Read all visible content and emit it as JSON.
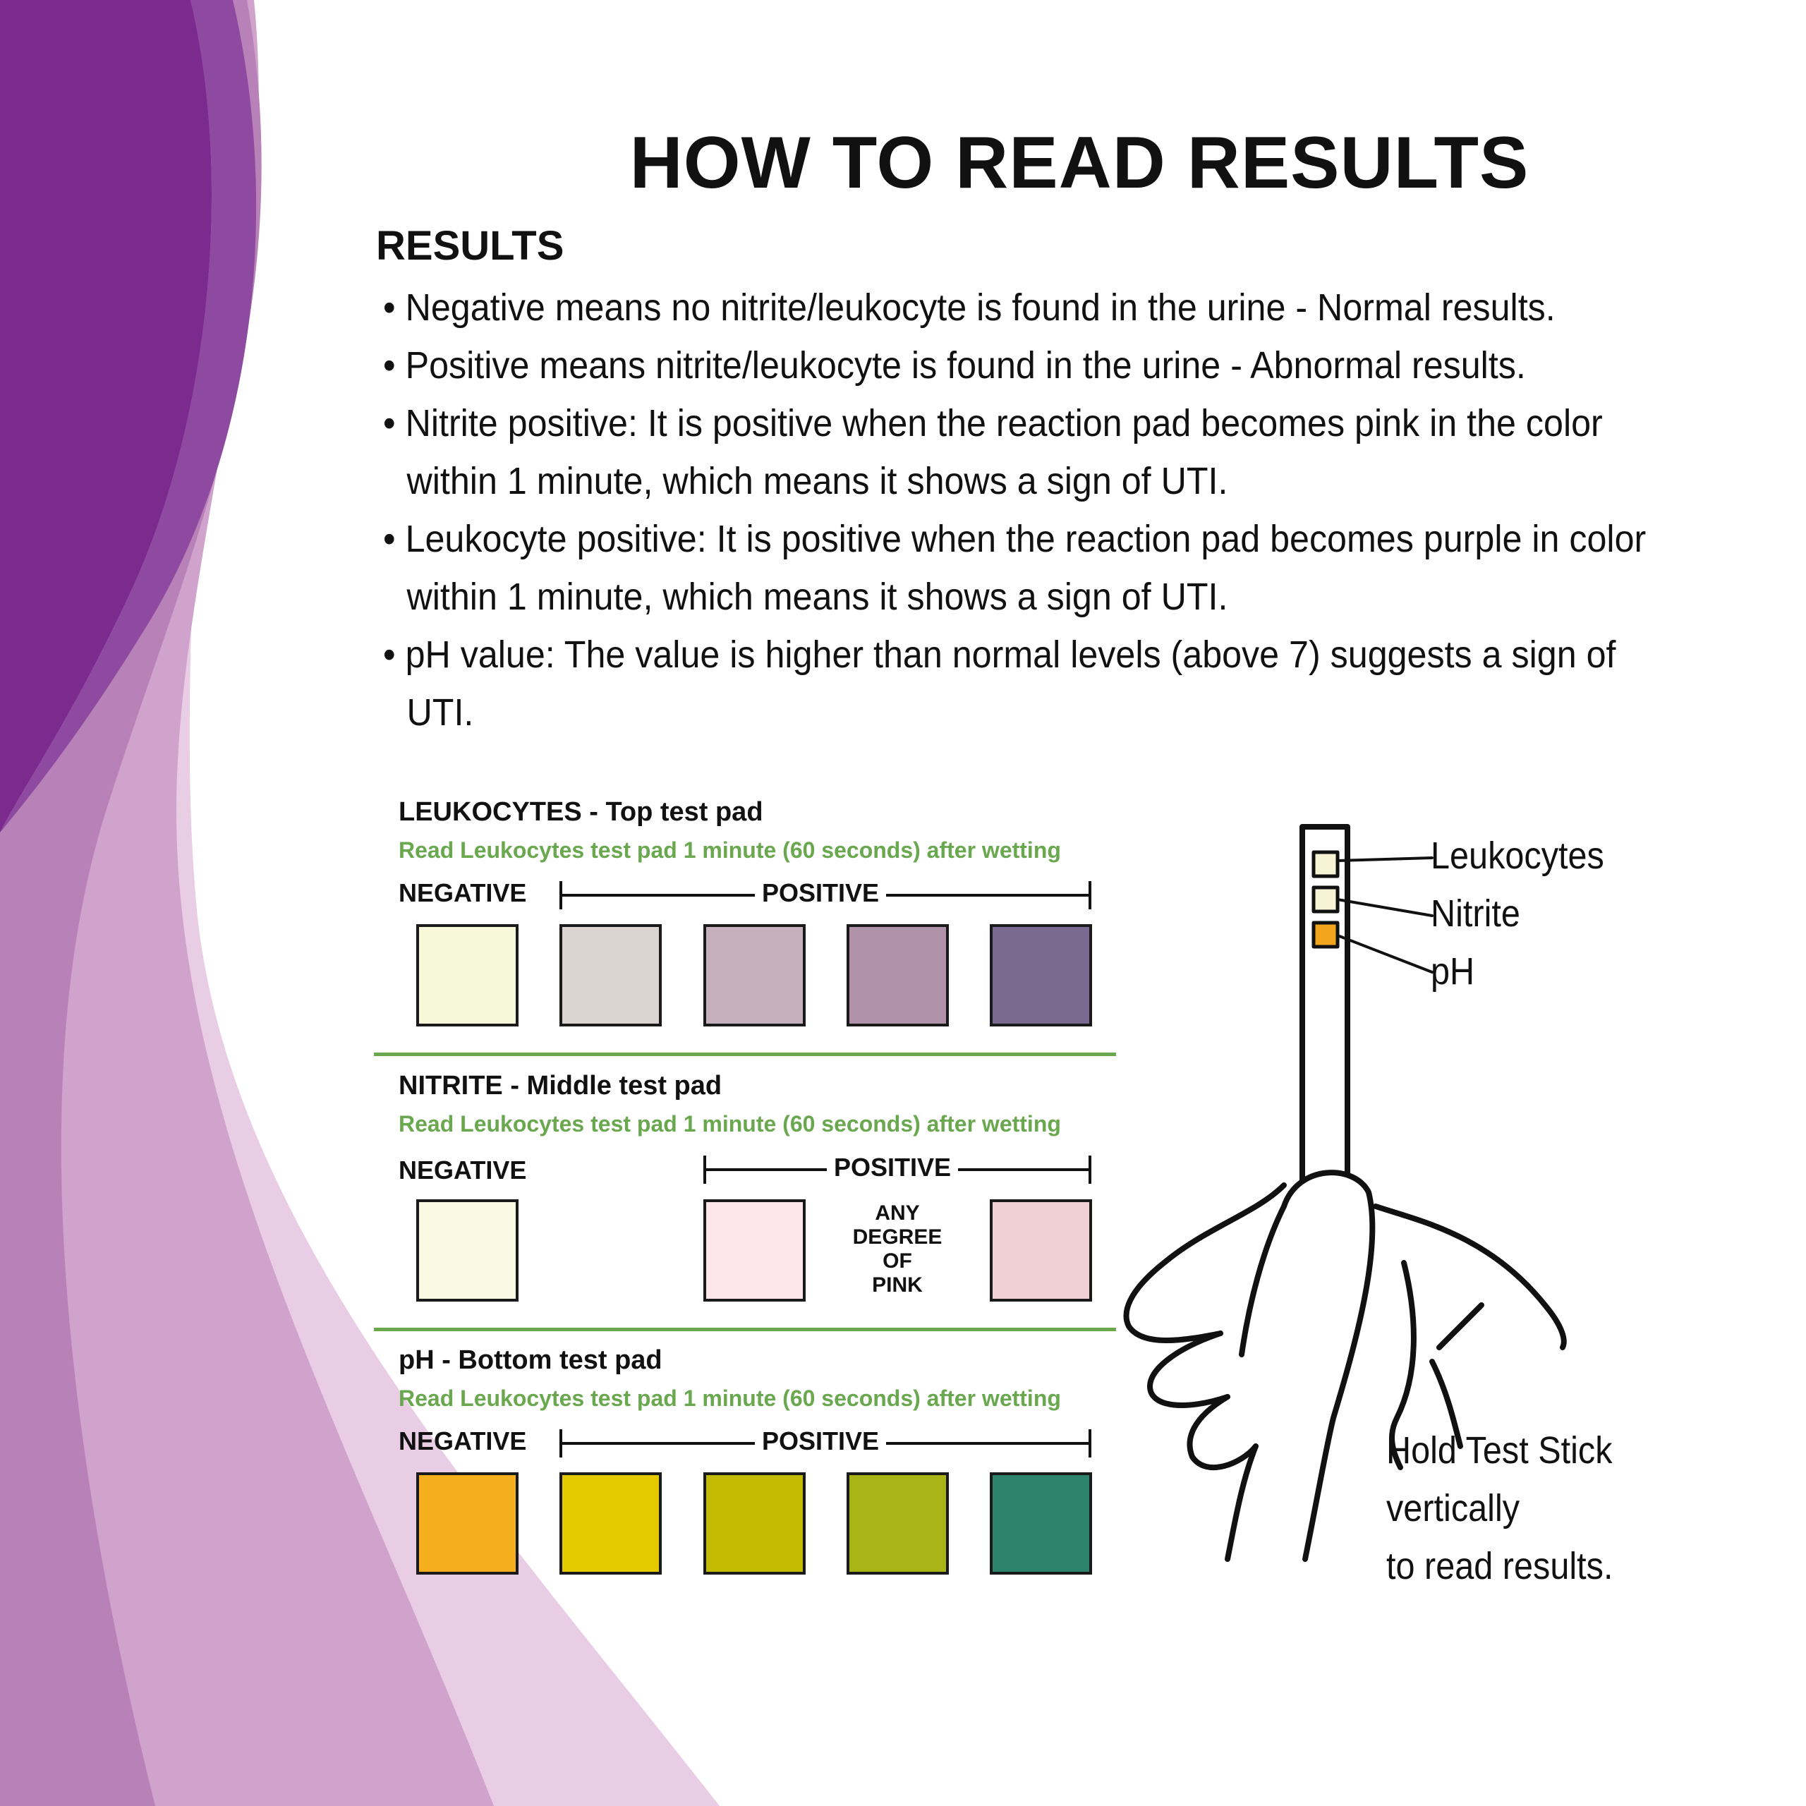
{
  "title": "HOW TO READ RESULTS",
  "results_heading": "RESULTS",
  "bullets": [
    "Negative means no nitrite/leukocyte is found in the urine - Normal results.",
    "Positive means nitrite/leukocyte is found in the urine - Abnormal results.",
    "Nitrite positive: It is positive when the reaction pad becomes pink in the color within 1 minute, which means it shows a sign of UTI.",
    "Leukocyte positive: It is positive when the reaction pad becomes purple in color within 1 minute, which means it shows a sign of UTI.",
    "pH value: The value is higher than normal levels (above 7) suggests a sign of UTI."
  ],
  "sections": {
    "leukocytes": {
      "title": "LEUKOCYTES - Top test pad",
      "note": "Read Leukocytes test pad 1 minute (60 seconds) after wetting",
      "negative": "NEGATIVE",
      "positive": "POSITIVE",
      "swatches": [
        "#f7f7d9",
        "#dad3cf",
        "#c6b0be",
        "#b093a8",
        "#7a6a92"
      ]
    },
    "nitrite": {
      "title": "NITRITE - Middle test pad",
      "note": "Read Leukocytes test pad 1 minute (60 seconds) after wetting",
      "negative": "NEGATIVE",
      "positive": "POSITIVE",
      "any_pink": [
        "ANY",
        "DEGREE",
        "OF",
        "PINK"
      ],
      "swatches": [
        "#f8f8e3",
        "#fce6ea",
        "#f1d0d5"
      ]
    },
    "ph": {
      "title": "pH - Bottom test pad",
      "note": "Read Leukocytes test pad 1 minute (60 seconds) after wetting",
      "negative": "NEGATIVE",
      "positive": "POSITIVE",
      "swatches": [
        "#f5ae1e",
        "#e4c800",
        "#c3bb00",
        "#a9b516",
        "#2e836c"
      ]
    }
  },
  "stick": {
    "labels": [
      "Leukocytes",
      "Nitrite",
      "pH"
    ],
    "pad_colors": [
      "#f7f4d6",
      "#f7f4d6",
      "#f3a51e"
    ],
    "instruction": [
      "Hold Test Stick",
      "vertically",
      "to read results."
    ]
  },
  "colors": {
    "accent_green": "#6aa84f",
    "purple_dark": "#7b2a8e",
    "purple_mid": "#b882b8",
    "purple_light": "#e9cde4"
  }
}
